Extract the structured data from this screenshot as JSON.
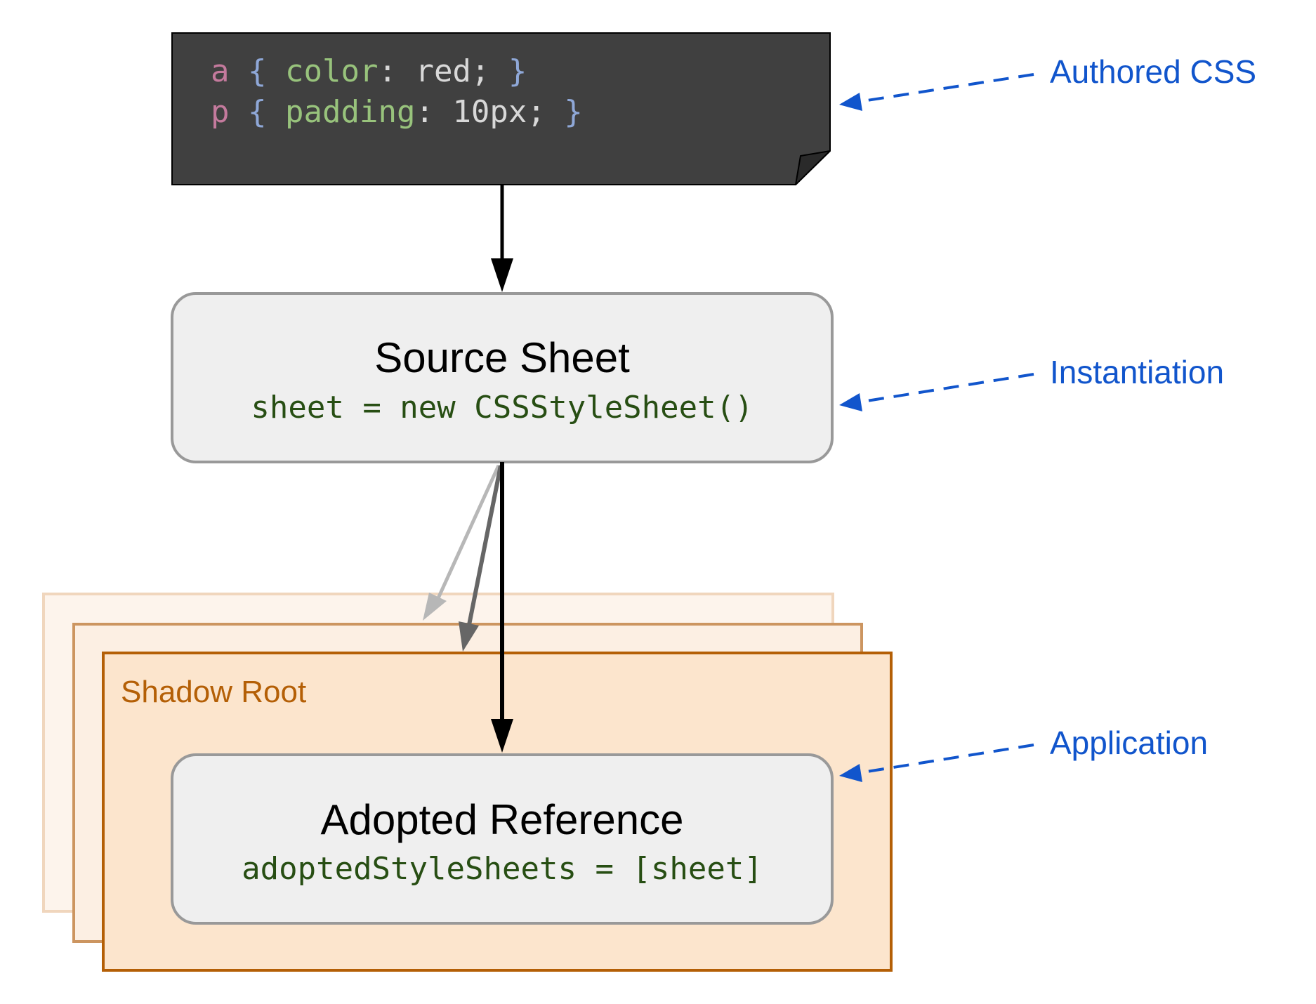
{
  "code_file": {
    "lines": [
      [
        {
          "text": "a",
          "role": "selector"
        },
        {
          "text": " ",
          "role": "plain"
        },
        {
          "text": "{",
          "role": "brace"
        },
        {
          "text": " ",
          "role": "plain"
        },
        {
          "text": "color",
          "role": "property"
        },
        {
          "text": ":",
          "role": "plain"
        },
        {
          "text": " ",
          "role": "plain"
        },
        {
          "text": "red;",
          "role": "plain"
        },
        {
          "text": " ",
          "role": "plain"
        },
        {
          "text": "}",
          "role": "brace"
        }
      ],
      [
        {
          "text": "p",
          "role": "selector"
        },
        {
          "text": " ",
          "role": "plain"
        },
        {
          "text": "{",
          "role": "brace"
        },
        {
          "text": " ",
          "role": "plain"
        },
        {
          "text": "padding",
          "role": "property"
        },
        {
          "text": ":",
          "role": "plain"
        },
        {
          "text": " ",
          "role": "plain"
        },
        {
          "text": "10px;",
          "role": "plain"
        },
        {
          "text": " ",
          "role": "plain"
        },
        {
          "text": "}",
          "role": "brace"
        }
      ]
    ]
  },
  "source_sheet": {
    "title": "Source Sheet",
    "code": "sheet = new CSSStyleSheet()"
  },
  "shadow_root": {
    "label": "Shadow Root"
  },
  "adopted_reference": {
    "title": "Adopted Reference",
    "code": "adoptedStyleSheets = [sheet]"
  },
  "annotations": {
    "authored": "Authored CSS",
    "instantiation": "Instantiation",
    "application": "Application"
  },
  "colors": {
    "code_bg": "#404040",
    "selector": "#c47a9d",
    "brace": "#8fa8d8",
    "property": "#98c37c",
    "plain": "#d8d8d8",
    "box_fill": "#efefef",
    "box_stroke": "#999999",
    "code_green": "#274e13",
    "annotation_blue": "#1155cc",
    "shadow_label": "#b45f06",
    "shadow_front_fill": "#fce5cd",
    "shadow_front_stroke": "#b45f06",
    "shadow_mid_fill": "#fcefe3",
    "shadow_mid_stroke": "#cc9560",
    "shadow_back_fill": "#fdf4ec",
    "shadow_back_stroke": "#f0d6bd",
    "arrow_black": "#000000",
    "arrow_dark_gray": "#666666",
    "arrow_light_gray": "#b7b7b7"
  }
}
